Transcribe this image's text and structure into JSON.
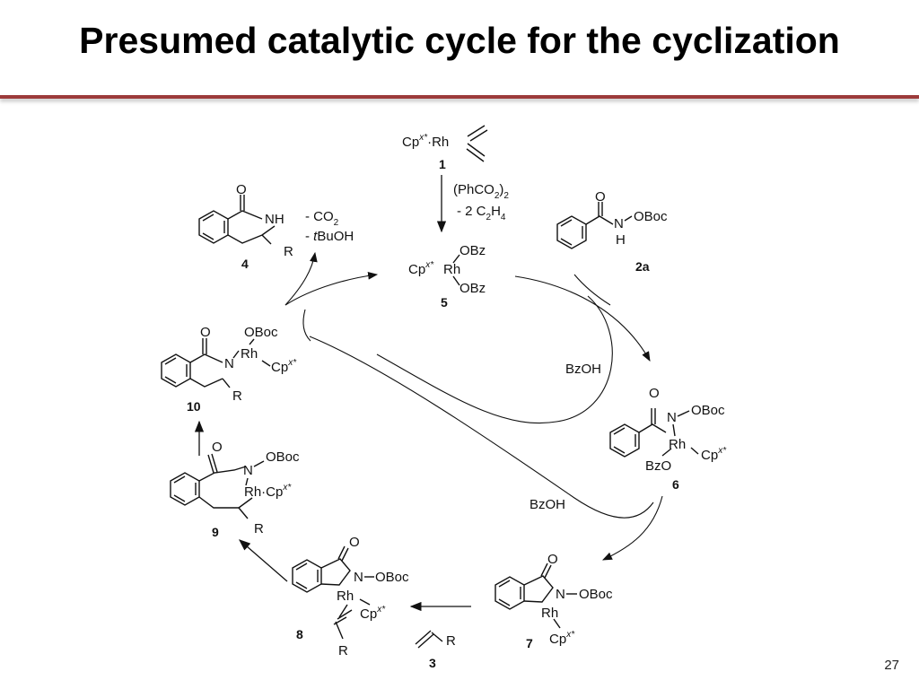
{
  "slide": {
    "title": "Presumed catalytic cycle for the cyclization",
    "page_number": "27"
  },
  "scheme": {
    "compounds": {
      "c1": {
        "number": "1",
        "metal": "Cp",
        "ligand_sup": "x*",
        "rh": "·Rh"
      },
      "c5": {
        "number": "5",
        "cp": "Cp",
        "cp_sup": "x*",
        "rh": "Rh",
        "obz1": "OBz",
        "obz2": "OBz"
      },
      "c2a": {
        "number": "2a",
        "o": "O",
        "n": "N",
        "h": "H",
        "oboc": "OBoc"
      },
      "c6": {
        "number": "6",
        "o": "O",
        "n": "N",
        "oboc": "OBoc",
        "rh": "Rh",
        "cp": "Cp",
        "cp_sup": "x*",
        "bzo": "BzO"
      },
      "c7": {
        "number": "7",
        "o": "O",
        "n": "N",
        "oboc": "OBoc",
        "rh": "Rh",
        "cp": "Cp",
        "cp_sup": "x*"
      },
      "c3": {
        "number": "3",
        "r": "R"
      },
      "c8": {
        "number": "8",
        "o": "O",
        "n": "N",
        "oboc": "OBoc",
        "rh": "Rh",
        "cp": "Cp",
        "cp_sup": "x*",
        "r": "R"
      },
      "c9": {
        "number": "9",
        "o": "O",
        "n": "N",
        "oboc": "OBoc",
        "rh": "Rh·Cp",
        "cp_sup": "x*",
        "r": "R"
      },
      "c10": {
        "number": "10",
        "o": "O",
        "n": "N",
        "oboc": "OBoc",
        "rh": "Rh",
        "cp": "Cp",
        "cp_sup": "x*",
        "r": "R"
      },
      "c4": {
        "number": "4",
        "o": "O",
        "nh": "NH",
        "r": "R"
      }
    },
    "reagents": {
      "activation_1": "(PhCO",
      "activation_1_sub": "2",
      "activation_1_end": ")",
      "activation_1_sub2": "2",
      "activation_2": "- 2 C",
      "activation_2_sub": "2",
      "activation_2_mid": "H",
      "activation_2_sub2": "4",
      "byproduct_bzoh_1": "BzOH",
      "byproduct_bzoh_2": "BzOH",
      "release_1": "- CO",
      "release_1_sub": "2",
      "release_2_prefix": "- ",
      "release_2_italic": "t",
      "release_2_rest": "BuOH"
    }
  }
}
